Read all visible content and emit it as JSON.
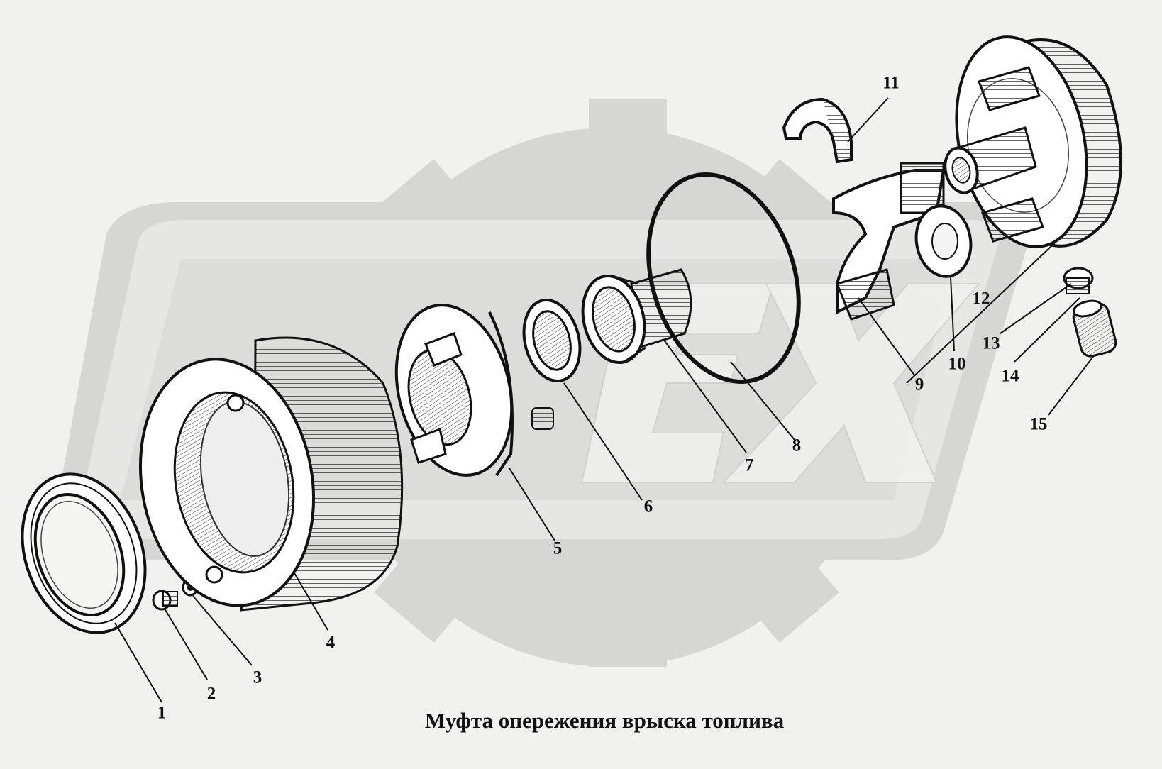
{
  "caption": "Муфта опережения врыска топлива",
  "callouts": [
    "1",
    "2",
    "3",
    "4",
    "5",
    "6",
    "7",
    "8",
    "9",
    "10",
    "11",
    "12",
    "13",
    "14",
    "15"
  ],
  "watermark": {
    "name": "gear-logo-watermark",
    "color": "#d6d6d4",
    "inner_color": "#e4e4e2"
  },
  "colors": {
    "background": "#f1f1ef",
    "ink": "#111111"
  }
}
